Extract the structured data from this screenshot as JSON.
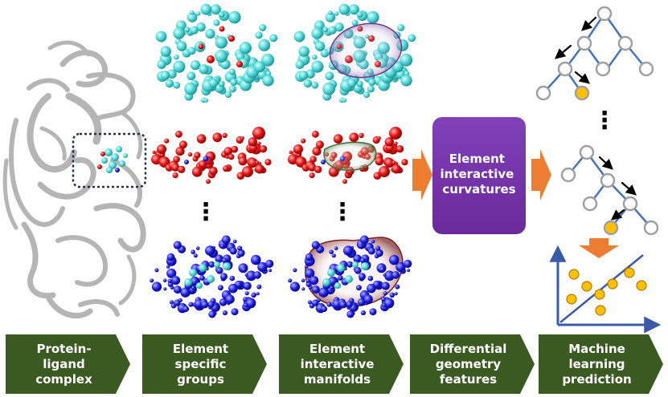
{
  "colors": {
    "step_fill": "#3a5a22",
    "curvature_box": "#7030a0",
    "flow_arrow": "#ed7d31",
    "tree_edge": "#4472c4",
    "tree_node_stroke": "#a0a0a0",
    "highlight_node": "#ffc000",
    "protein_ribbon": "#b8b8b8",
    "carbon_atom": "#4fd6d6",
    "oxygen_atom": "#e01010",
    "nitrogen_atom": "#2020e0",
    "manifold_purple": "#7a4a9a",
    "manifold_green": "#7aa07a",
    "manifold_brown": "#8b2a2a",
    "plot_axis": "#3a5aa8",
    "plot_point": "#f5c400"
  },
  "steps": [
    {
      "lines": [
        "Protein-",
        "ligand",
        "complex"
      ]
    },
    {
      "lines": [
        "Element",
        "specific",
        "groups"
      ]
    },
    {
      "lines": [
        "Element",
        "interactive",
        "manifolds"
      ]
    },
    {
      "lines": [
        "Differential",
        "geometry",
        "features"
      ]
    },
    {
      "lines": [
        "Machine",
        "learning",
        "prediction"
      ]
    }
  ],
  "curvature_box": {
    "lines": [
      "Element",
      "interactive",
      "curvatures"
    ]
  },
  "ellipsis": "⋮",
  "icons": {
    "protein": "protein-ribbon-icon",
    "tree": "decision-tree-icon",
    "scatter": "scatter-plot-icon"
  }
}
